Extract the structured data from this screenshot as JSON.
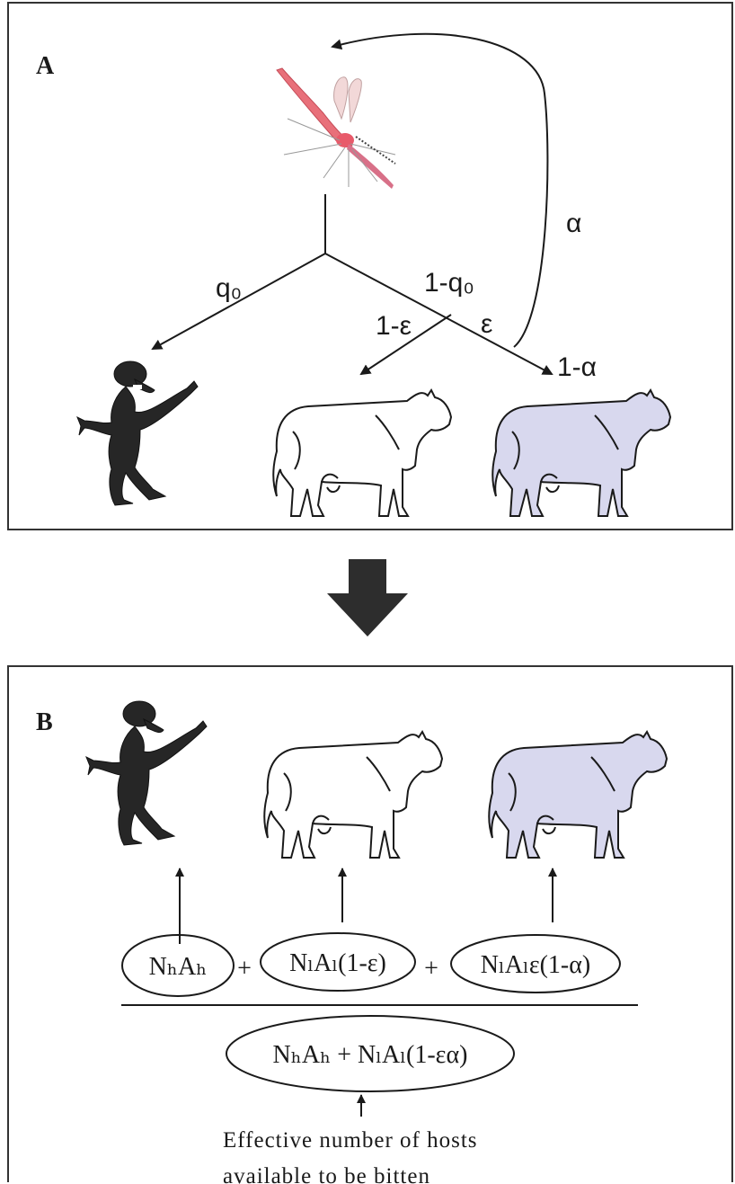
{
  "panel_a": {
    "label": "A",
    "branch_human": "q₀",
    "branch_livestock": "1-q₀",
    "branch_not_protected": "1-ε",
    "branch_protected": "ε",
    "return_prob": "α",
    "feed_prob": "1-α"
  },
  "panel_b": {
    "label": "B",
    "term_human": "NₕAₕ",
    "plus_1": "+",
    "term_livestock": "NₗAₗ(1-ε)",
    "plus_2": "+",
    "term_protected": "NₗAₗε(1-α)",
    "denominator": "NₕAₕ + NₗAₗ(1-εα)",
    "caption_line1": "Effective number of hosts",
    "caption_line2": "available to be bitten"
  },
  "colors": {
    "protected_cattle_fill": "#d8d8ee",
    "mosquito_body": "#e8707a",
    "human_fill": "#262626"
  }
}
